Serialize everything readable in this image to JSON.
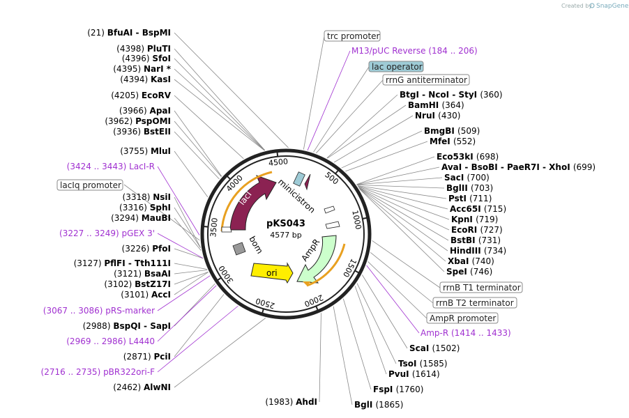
{
  "credit": {
    "prefix": "Created by",
    "brand": "SnapGene"
  },
  "plasmid": {
    "name": "pKS043",
    "length": "4577 bp"
  },
  "ticks": [
    "500",
    "1000",
    "1500",
    "2000",
    "2500",
    "3000",
    "3500",
    "4000",
    "4500"
  ],
  "features": {
    "lacI": "lacI",
    "minicistron": "minicistron",
    "AmpR": "AmpR",
    "ori": "ori",
    "bom": "bom"
  },
  "left_sites": [
    {
      "pos": "(21)",
      "names": [
        "BfuAI",
        "BspMI"
      ]
    },
    {
      "pos": "(4398)",
      "names": [
        "PluTI"
      ]
    },
    {
      "pos": "(4396)",
      "names": [
        "SfoI"
      ]
    },
    {
      "pos": "(4395)",
      "names": [
        "NarI *"
      ]
    },
    {
      "pos": "(4394)",
      "names": [
        "KasI"
      ]
    },
    {
      "pos": "(4205)",
      "names": [
        "EcoRV"
      ]
    },
    {
      "pos": "(3966)",
      "names": [
        "ApaI"
      ]
    },
    {
      "pos": "(3962)",
      "names": [
        "PspOMI"
      ]
    },
    {
      "pos": "(3936)",
      "names": [
        "BstEII"
      ]
    },
    {
      "pos": "(3755)",
      "names": [
        "MluI"
      ]
    },
    {
      "pos": "(3318)",
      "names": [
        "NsiI"
      ]
    },
    {
      "pos": "(3316)",
      "names": [
        "SphI"
      ]
    },
    {
      "pos": "(3294)",
      "names": [
        "MauBI"
      ]
    },
    {
      "pos": "(3226)",
      "names": [
        "PfoI"
      ]
    },
    {
      "pos": "(3127)",
      "names": [
        "PflFI",
        "Tth111I"
      ]
    },
    {
      "pos": "(3121)",
      "names": [
        "BsaAI"
      ]
    },
    {
      "pos": "(3102)",
      "names": [
        "BstZ17I"
      ]
    },
    {
      "pos": "(3101)",
      "names": [
        "AccI"
      ]
    },
    {
      "pos": "(2988)",
      "names": [
        "BspQI",
        "SapI"
      ]
    },
    {
      "pos": "(2871)",
      "names": [
        "PciI"
      ]
    },
    {
      "pos": "(2462)",
      "names": [
        "AlwNI"
      ]
    },
    {
      "pos": "(1983)",
      "names": [
        "AhdI"
      ]
    }
  ],
  "left_features": [
    {
      "label": "LacI-R",
      "range": "(3424 .. 3443)"
    },
    {
      "label": "pGEX 3'",
      "range": "(3227 .. 3249)"
    },
    {
      "label": "pRS-marker",
      "range": "(3067 .. 3086)"
    },
    {
      "label": "L4440",
      "range": "(2969 .. 2986)"
    },
    {
      "label": "pBR322ori-F",
      "range": "(2716 .. 2735)"
    }
  ],
  "left_boxes": [
    "lacIq promoter"
  ],
  "right_boxes": [
    "trc promoter",
    "lac operator",
    "rrnG antiterminator",
    "rrnB T1 terminator",
    "rrnB T2 terminator",
    "AmpR promoter"
  ],
  "right_features": [
    {
      "label": "M13/pUC Reverse",
      "range": "(184 .. 206)"
    },
    {
      "label": "Amp-R",
      "range": "(1414 .. 1433)"
    }
  ],
  "right_sites": [
    {
      "pos": "(360)",
      "names": [
        "BtgI",
        "NcoI",
        "StyI"
      ]
    },
    {
      "pos": "(364)",
      "names": [
        "BamHI"
      ]
    },
    {
      "pos": "(430)",
      "names": [
        "NruI"
      ]
    },
    {
      "pos": "(509)",
      "names": [
        "BmgBI"
      ]
    },
    {
      "pos": "(552)",
      "names": [
        "MfeI"
      ]
    },
    {
      "pos": "(698)",
      "names": [
        "Eco53kI"
      ]
    },
    {
      "pos": "(699)",
      "names": [
        "AvaI",
        "BsoBI",
        "PaeR7I",
        "XhoI"
      ]
    },
    {
      "pos": "(700)",
      "names": [
        "SacI"
      ]
    },
    {
      "pos": "(703)",
      "names": [
        "BglII"
      ]
    },
    {
      "pos": "(711)",
      "names": [
        "PstI"
      ]
    },
    {
      "pos": "(715)",
      "names": [
        "Acc65I"
      ]
    },
    {
      "pos": "(719)",
      "names": [
        "KpnI"
      ]
    },
    {
      "pos": "(727)",
      "names": [
        "EcoRI"
      ]
    },
    {
      "pos": "(731)",
      "names": [
        "BstBI"
      ]
    },
    {
      "pos": "(734)",
      "names": [
        "HindIII"
      ]
    },
    {
      "pos": "(740)",
      "names": [
        "XbaI"
      ]
    },
    {
      "pos": "(746)",
      "names": [
        "SpeI"
      ]
    },
    {
      "pos": "(1502)",
      "names": [
        "ScaI"
      ]
    },
    {
      "pos": "(1585)",
      "names": [
        "TsoI"
      ]
    },
    {
      "pos": "(1614)",
      "names": [
        "PvuI"
      ]
    },
    {
      "pos": "(1760)",
      "names": [
        "FspI"
      ]
    },
    {
      "pos": "(1865)",
      "names": [
        "BglI"
      ]
    }
  ],
  "colors": {
    "lacI": "#8b2252",
    "AmpR": "#ccffcc",
    "ori": "#ffee00",
    "primer": "#a030d0",
    "orange_arrow": "#e8a020",
    "lac_operator_box": "#9ecbd6"
  }
}
